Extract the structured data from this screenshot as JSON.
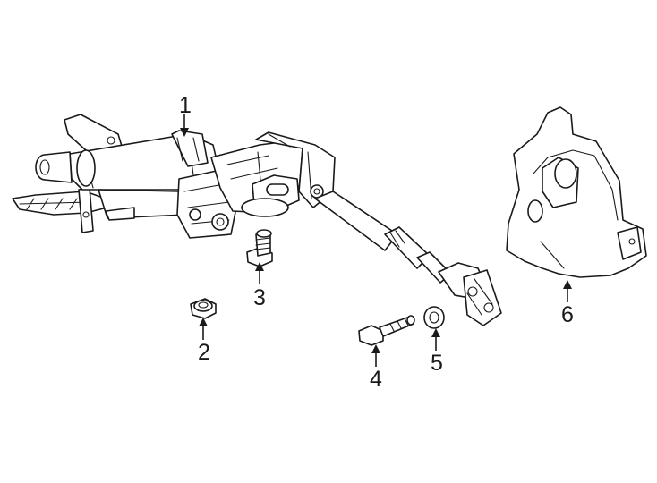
{
  "callouts": [
    {
      "id": 1,
      "label": "1"
    },
    {
      "id": 2,
      "label": "2"
    },
    {
      "id": 3,
      "label": "3"
    },
    {
      "id": 4,
      "label": "4"
    },
    {
      "id": 5,
      "label": "5"
    },
    {
      "id": 6,
      "label": "6"
    }
  ]
}
